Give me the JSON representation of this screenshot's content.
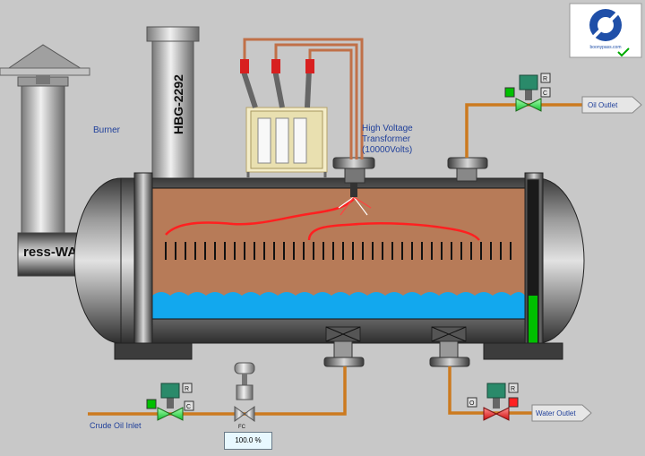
{
  "labels": {
    "burner": "Burner",
    "stack_id": "HBG-2292",
    "vent_text": "ress-WA",
    "transformer_line1": "High Voltage",
    "transformer_line2": "Transformer",
    "transformer_line3": "(10000Volts)",
    "oil_outlet": "Oil  Outlet",
    "water_outlet": "Water Outlet",
    "crude_inlet": "Crude Oil Inlet",
    "fc": "FC",
    "logo_text": "boonypass.com"
  },
  "controller": {
    "output": "100.0 %"
  },
  "valves": {
    "oil_outlet": {
      "r": "R",
      "c": "C",
      "state": "open"
    },
    "crude_inlet": {
      "r": "R",
      "c": "C",
      "state": "open"
    },
    "water_outlet": {
      "r": "R",
      "o": "O",
      "state": "closed"
    }
  },
  "colors": {
    "oil": "#b77b58",
    "water": "#12a8ee",
    "pipe": "#cc7a1f",
    "level_green": "#00c000",
    "electrode": "#ff2020",
    "title_blue": "#1f3f9a"
  }
}
